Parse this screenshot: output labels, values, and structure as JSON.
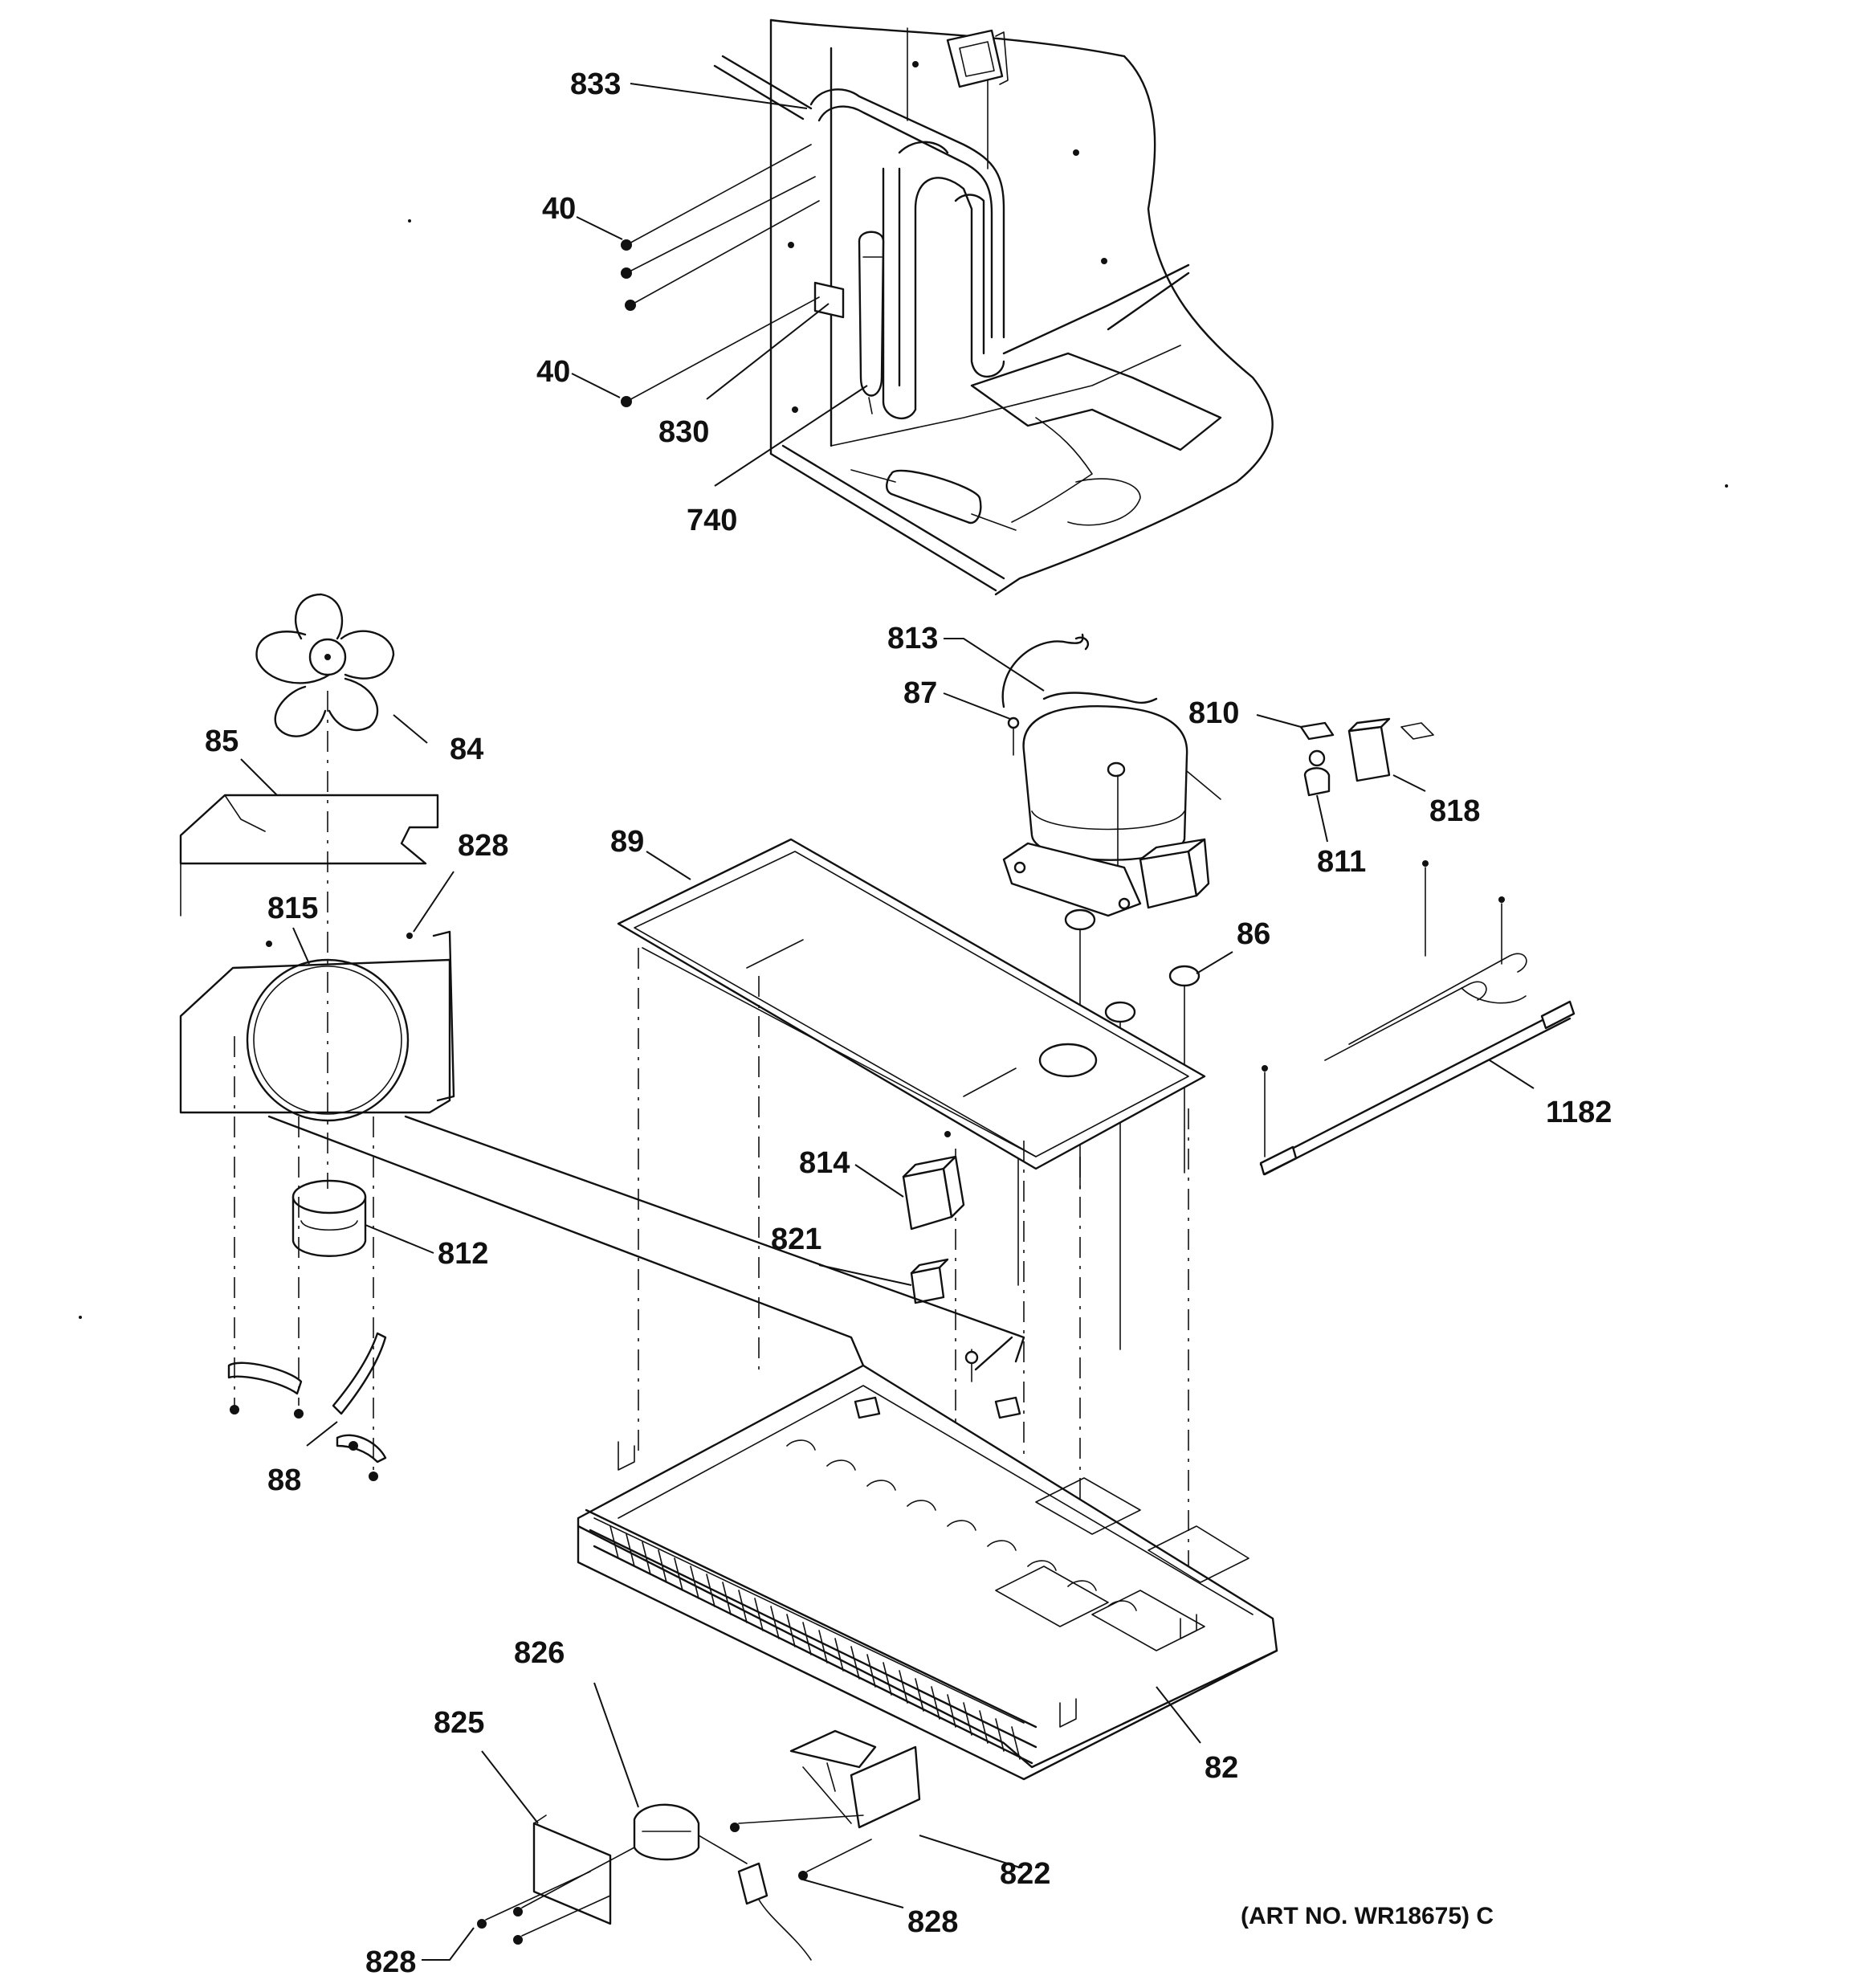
{
  "diagram": {
    "art_number": "(ART NO. WR18675) C",
    "part_labels": {
      "p833": "833",
      "p40a": "40",
      "p40b": "40",
      "p830": "830",
      "p740": "740",
      "p813": "813",
      "p87": "87",
      "p810": "810",
      "p818": "818",
      "p811": "811",
      "p85": "85",
      "p84": "84",
      "p828a": "828",
      "p89": "89",
      "p815": "815",
      "p86": "86",
      "p1182": "1182",
      "p814": "814",
      "p812": "812",
      "p821": "821",
      "p88": "88",
      "p826": "826",
      "p825": "825",
      "p82": "82",
      "p822": "822",
      "p828b": "828",
      "p828c": "828"
    }
  }
}
